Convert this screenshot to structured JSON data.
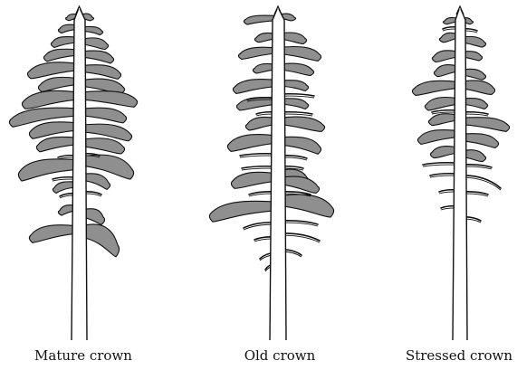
{
  "figure": {
    "captions": {
      "mature": "Mature crown",
      "old": "Old crown",
      "stressed": "Stressed crown"
    },
    "colors": {
      "foliage": "#8f8f8f",
      "outline": "#111111",
      "stem": "#ffffff"
    }
  }
}
